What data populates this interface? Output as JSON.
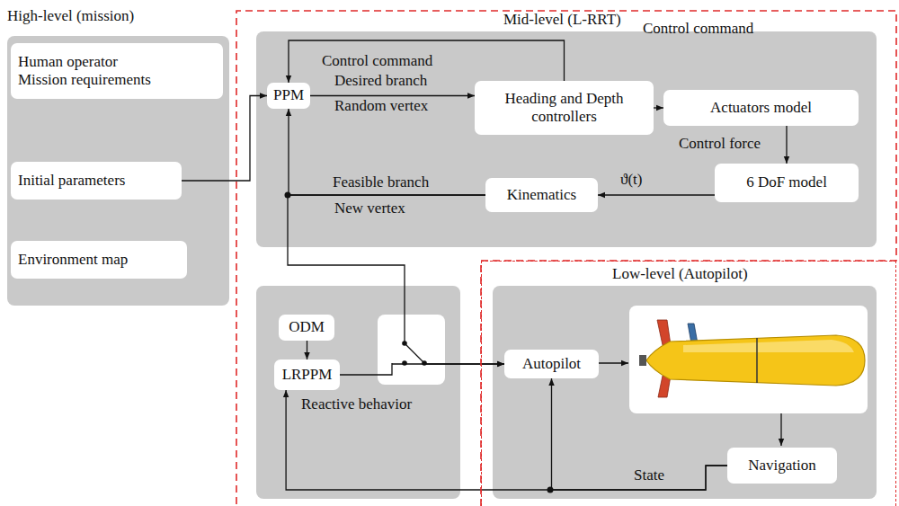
{
  "diagram": {
    "nodes": [
      {
        "text": [
          "High-level (mission)"
        ]
      },
      {
        "text": [
          "Human operator",
          "Mission requirements"
        ],
        "in": 0
      },
      {
        "text": [
          "Initial parameters"
        ],
        "in": 0
      },
      {
        "text": [
          "Environment map"
        ],
        "in": 0
      },
      {
        "text": [
          "Mid-level (L-RRT)"
        ]
      },
      {
        "text": [
          "PPM"
        ],
        "in": 4
      },
      {
        "text": [
          "Heading and Depth controllers"
        ],
        "in": 4
      },
      {
        "text": [
          "Actuators model"
        ],
        "in": 4
      },
      {
        "text": [
          "6 DoF model"
        ],
        "in": 4
      },
      {
        "text": [
          "Kinematics"
        ],
        "in": 4
      },
      {
        "text": [
          "ODM"
        ],
        "in": 4
      },
      {
        "text": [
          "LRPPM"
        ],
        "in": 4
      },
      {
        "text": [
          "Low-level (Autopilot)"
        ]
      },
      {
        "text": [
          "Autopilot"
        ],
        "in": 12
      },
      {
        "text": [
          "Navigation"
        ],
        "in": 12
      }
    ],
    "edges": [
      {
        "from": 2,
        "to": 5,
        "arrow": "to"
      },
      {
        "from": 5,
        "to": 6,
        "label": "Desired branch",
        "arrow": "to"
      },
      {
        "from": 6,
        "to": 5,
        "label": "Control command",
        "arrow": "to"
      },
      {
        "from": 6,
        "to": 7,
        "label": "Control command",
        "arrow": "to"
      },
      {
        "from": 7,
        "to": 8,
        "label": "Control force",
        "arrow": "to"
      },
      {
        "from": 8,
        "to": 9,
        "label": "ϑ(t)",
        "arrow": "to"
      },
      {
        "from": 9,
        "to": 5,
        "label": "Feasible branch",
        "arrow": "to"
      },
      {
        "from": 9,
        "to": 13,
        "arrow": "to"
      },
      {
        "from": 11,
        "to": 13,
        "arrow": "to"
      },
      {
        "from": 10,
        "to": 11,
        "arrow": "to"
      },
      {
        "from": 14,
        "to": 11,
        "label": "State",
        "arrow": "to"
      },
      {
        "from": 14,
        "to": 13,
        "arrow": "to"
      }
    ],
    "labels": [
      "Random vertex",
      "New vertex",
      "Reactive behavior"
    ]
  }
}
